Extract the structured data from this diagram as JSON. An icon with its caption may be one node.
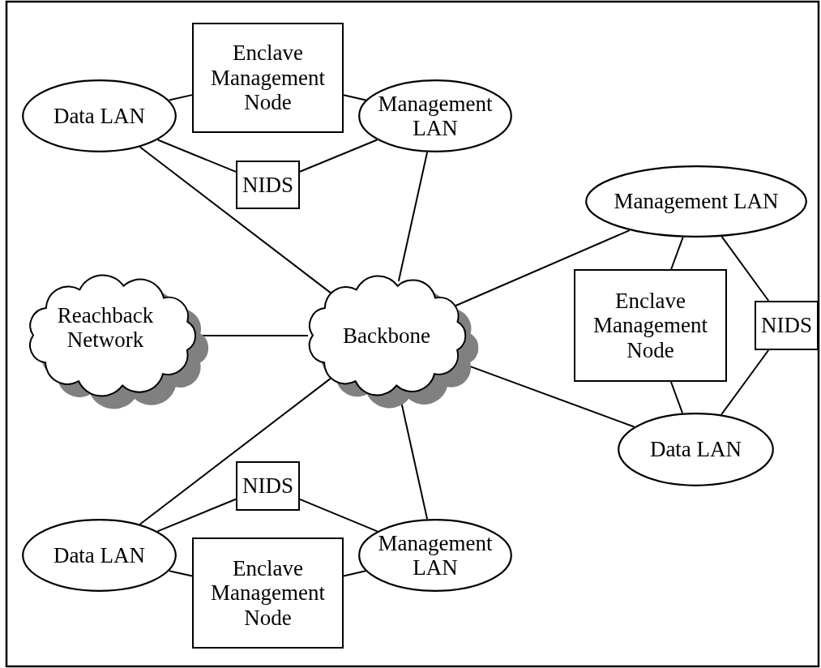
{
  "diagram": {
    "nodes": [
      {
        "text": [
          "Data LAN"
        ]
      },
      {
        "text": [
          "Enclave Management Node"
        ]
      },
      {
        "text": [
          "Management LAN"
        ]
      },
      {
        "text": [
          "NIDS"
        ]
      },
      {
        "text": [
          "Management LAN"
        ]
      },
      {
        "text": [
          "Reachback Network"
        ]
      },
      {
        "text": [
          "Backbone"
        ]
      },
      {
        "text": [
          "Enclave Management Node"
        ]
      },
      {
        "text": [
          "NIDS"
        ]
      },
      {
        "text": [
          "Data LAN"
        ]
      },
      {
        "text": [
          "NIDS"
        ]
      },
      {
        "text": [
          "Data LAN"
        ]
      },
      {
        "text": [
          "Management LAN"
        ]
      },
      {
        "text": [
          "Enclave Management Node"
        ]
      }
    ],
    "edges": [
      {
        "from": 0,
        "to": 1,
        "arrow": "none"
      },
      {
        "from": 1,
        "to": 2,
        "arrow": "none"
      },
      {
        "from": 0,
        "to": 3,
        "arrow": "none"
      },
      {
        "from": 3,
        "to": 2,
        "arrow": "none"
      },
      {
        "from": 0,
        "to": 6,
        "arrow": "none"
      },
      {
        "from": 2,
        "to": 6,
        "arrow": "none"
      },
      {
        "from": 5,
        "to": 6,
        "arrow": "none"
      },
      {
        "from": 6,
        "to": 4,
        "arrow": "none"
      },
      {
        "from": 4,
        "to": 7,
        "arrow": "none"
      },
      {
        "from": 4,
        "to": 8,
        "arrow": "none"
      },
      {
        "from": 7,
        "to": 9,
        "arrow": "none"
      },
      {
        "from": 8,
        "to": 9,
        "arrow": "none"
      },
      {
        "from": 6,
        "to": 9,
        "arrow": "none"
      },
      {
        "from": 6,
        "to": 11,
        "arrow": "none"
      },
      {
        "from": 11,
        "to": 10,
        "arrow": "none"
      },
      {
        "from": 10,
        "to": 12,
        "arrow": "none"
      },
      {
        "from": 6,
        "to": 12,
        "arrow": "none"
      },
      {
        "from": 11,
        "to": 13,
        "arrow": "none"
      },
      {
        "from": 13,
        "to": 12,
        "arrow": "none"
      }
    ]
  }
}
